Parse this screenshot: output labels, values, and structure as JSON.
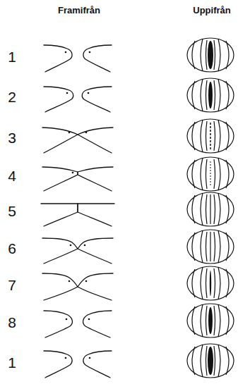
{
  "diagram": {
    "labels": [
      "Framifrån",
      "Uppifrån",
      "1",
      "2",
      "3",
      "4",
      "5",
      "6",
      "7",
      "8",
      "1"
    ]
  }
}
